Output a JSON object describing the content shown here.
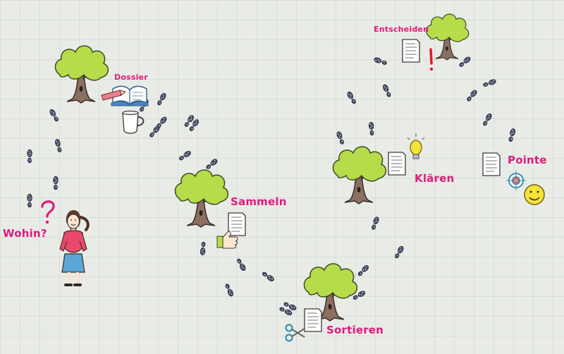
{
  "labels": {
    "wohin": "Wohin?",
    "dossier": "Dossier",
    "sammeln": "Sammeln",
    "sortieren": "Sortieren",
    "klaeren": "Klären",
    "entscheiden": "Entscheiden",
    "pointe": "Pointe"
  },
  "icons": {
    "person": "person-icon",
    "question_mark": "question-mark-icon",
    "tree": "tree-icon",
    "book": "book-icon",
    "pencil": "pencil-icon",
    "mug": "coffee-mug-icon",
    "document": "document-icon",
    "thumbs_up": "thumbs-up-icon",
    "scissors": "scissors-icon",
    "lightbulb": "lightbulb-icon",
    "exclamation": "exclamation-mark-icon",
    "target": "target-icon",
    "smiley": "smiley-icon",
    "footprint": "footprint-icon"
  },
  "colors": {
    "label_pink": "#e3197d",
    "foliage": "#b6dc4a",
    "trunk": "#8b6f60",
    "footprint": "#4e4f6a",
    "smiley": "#f7e23a"
  }
}
